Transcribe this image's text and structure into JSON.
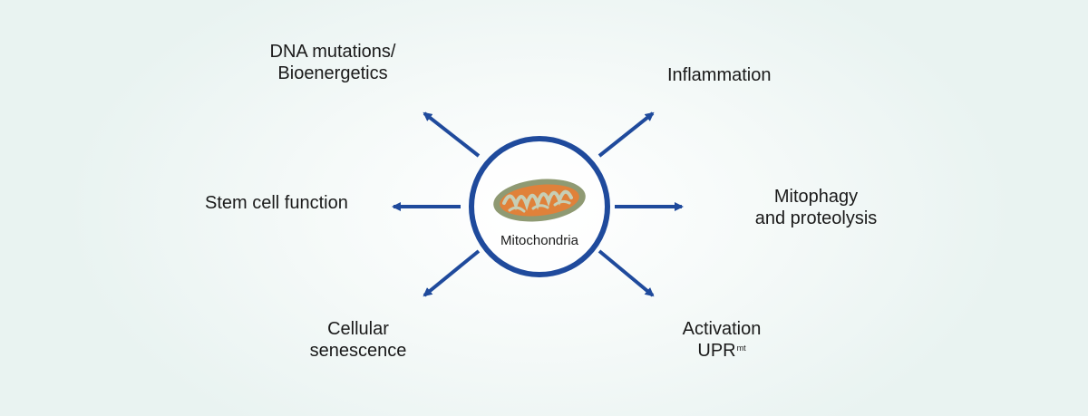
{
  "center": {
    "label": "Mitochondria"
  },
  "effects": {
    "dna": [
      "DNA mutations/",
      "Bioenergetics"
    ],
    "inflammation": "Inflammation",
    "stem_cell": "Stem cell function",
    "mitophagy": [
      "Mitophagy",
      "and proteolysis"
    ],
    "senescence": [
      "Cellular",
      "senescence"
    ],
    "upr": {
      "line1": "Activation",
      "base": "UPR",
      "sup": "mt"
    }
  },
  "colors": {
    "arrow": "#1f4a9c",
    "circle": "#1f4a9c",
    "mito_outer": "#8f9a73",
    "mito_inner": "#e0813a"
  }
}
